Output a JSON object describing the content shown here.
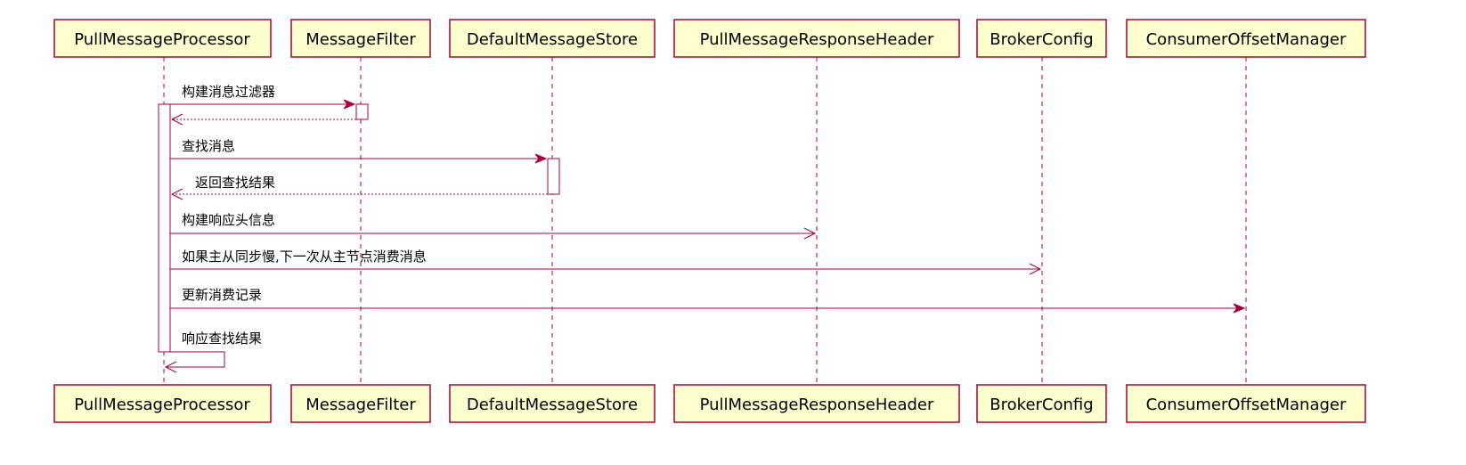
{
  "diagram": {
    "type": "sequence",
    "participants": [
      "PullMessageProcessor",
      "MessageFilter",
      "DefaultMessageStore",
      "PullMessageResponseHeader",
      "BrokerConfig",
      "ConsumerOffsetManager"
    ],
    "messages": [
      {
        "from": "PullMessageProcessor",
        "to": "MessageFilter",
        "label": "构建消息过滤器",
        "kind": "call"
      },
      {
        "from": "MessageFilter",
        "to": "PullMessageProcessor",
        "label": "",
        "kind": "return"
      },
      {
        "from": "PullMessageProcessor",
        "to": "DefaultMessageStore",
        "label": "查找消息",
        "kind": "call"
      },
      {
        "from": "DefaultMessageStore",
        "to": "PullMessageProcessor",
        "label": "返回查找结果",
        "kind": "return"
      },
      {
        "from": "PullMessageProcessor",
        "to": "PullMessageResponseHeader",
        "label": "构建响应头信息",
        "kind": "call"
      },
      {
        "from": "PullMessageProcessor",
        "to": "BrokerConfig",
        "label": "如果主从同步慢,下一次从主节点消费消息",
        "kind": "call"
      },
      {
        "from": "PullMessageProcessor",
        "to": "ConsumerOffsetManager",
        "label": "更新消费记录",
        "kind": "call"
      },
      {
        "from": "PullMessageProcessor",
        "to": "PullMessageProcessor",
        "label": "响应查找结果",
        "kind": "self"
      }
    ]
  },
  "colors": {
    "participant_fill": "#FEFECE",
    "border": "#A80036",
    "text": "#000000"
  }
}
